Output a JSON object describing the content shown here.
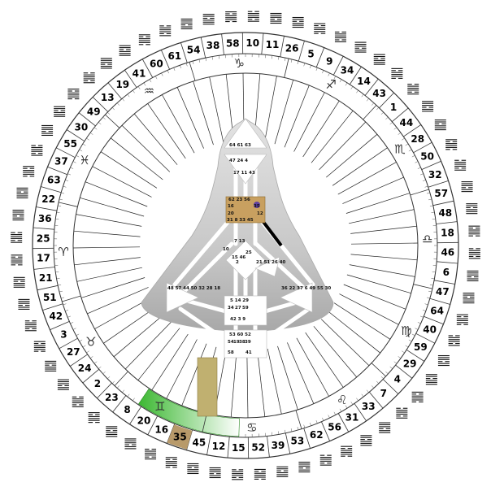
{
  "wheel": {
    "gates": [
      "10",
      "11",
      "26",
      "5",
      "9",
      "34",
      "14",
      "43",
      "1",
      "44",
      "28",
      "50",
      "32",
      "57",
      "48",
      "18",
      "46",
      "6",
      "47",
      "64",
      "40",
      "59",
      "29",
      "4",
      "7",
      "33",
      "31",
      "56",
      "62",
      "53",
      "39",
      "52",
      "15",
      "12",
      "45",
      "35",
      "16",
      "20",
      "8",
      "23",
      "2",
      "24",
      "27",
      "3",
      "42",
      "51",
      "21",
      "17",
      "25",
      "36",
      "22",
      "63",
      "37",
      "55",
      "30",
      "49",
      "13",
      "19",
      "41",
      "60",
      "61",
      "54",
      "38",
      "58"
    ],
    "signs": [
      {
        "name": "sagittarius",
        "glyph": "♐"
      },
      {
        "name": "scorpio",
        "glyph": "♏"
      },
      {
        "name": "libra",
        "glyph": "♎"
      },
      {
        "name": "virgo",
        "glyph": "♍"
      },
      {
        "name": "leo",
        "glyph": "♌"
      },
      {
        "name": "cancer",
        "glyph": "♋"
      },
      {
        "name": "gemini",
        "glyph": "♊"
      },
      {
        "name": "taurus",
        "glyph": "♉"
      },
      {
        "name": "aries",
        "glyph": "♈"
      },
      {
        "name": "pisces",
        "glyph": "♓"
      },
      {
        "name": "aquarius",
        "glyph": "♒"
      },
      {
        "name": "capricorn",
        "glyph": "♑"
      }
    ],
    "highlight_gate": "35",
    "colors": {
      "highlight_gate": "#b89a6a",
      "gemini_band": "#3cb832",
      "center_gradient_dark": "#b0b0b0",
      "head_center": "#ffffff",
      "ajna_center": "#c8a060",
      "purple_dot": "#6040a0",
      "body_bar": "#c0b070"
    }
  },
  "bodygraph": {
    "head": [
      "64",
      "61",
      "63"
    ],
    "ajna": [
      "47",
      "24",
      "4"
    ],
    "ajna_lower": [
      "17",
      "11",
      "43"
    ],
    "throat_row1": [
      "62",
      "23",
      "56"
    ],
    "throat_row2": [
      "16",
      "35"
    ],
    "throat_row3": [
      "20",
      "12"
    ],
    "throat_row4": [
      "31",
      "8",
      "33",
      "45"
    ],
    "g_top": [
      "7",
      "13"
    ],
    "g_left": [
      "10"
    ],
    "g_mid": [
      "15",
      "46"
    ],
    "g_center": [
      "2"
    ],
    "g_right": [
      "25"
    ],
    "ego": [
      "21",
      "51",
      "26",
      "40"
    ],
    "spleen": [
      "48",
      "57",
      "44",
      "50",
      "32",
      "28",
      "18"
    ],
    "solar": [
      "36",
      "22",
      "37",
      "6",
      "49",
      "55",
      "30"
    ],
    "sacral_top": [
      "5",
      "14",
      "29"
    ],
    "sacral_mid": [
      "34",
      "27",
      "59"
    ],
    "sacral_bottom": [
      "42",
      "3",
      "9"
    ],
    "root_top": [
      "53",
      "60",
      "52"
    ],
    "root_mid": [
      "54",
      "19",
      "38",
      "39"
    ],
    "root_bottom": [
      "58",
      "41"
    ]
  }
}
